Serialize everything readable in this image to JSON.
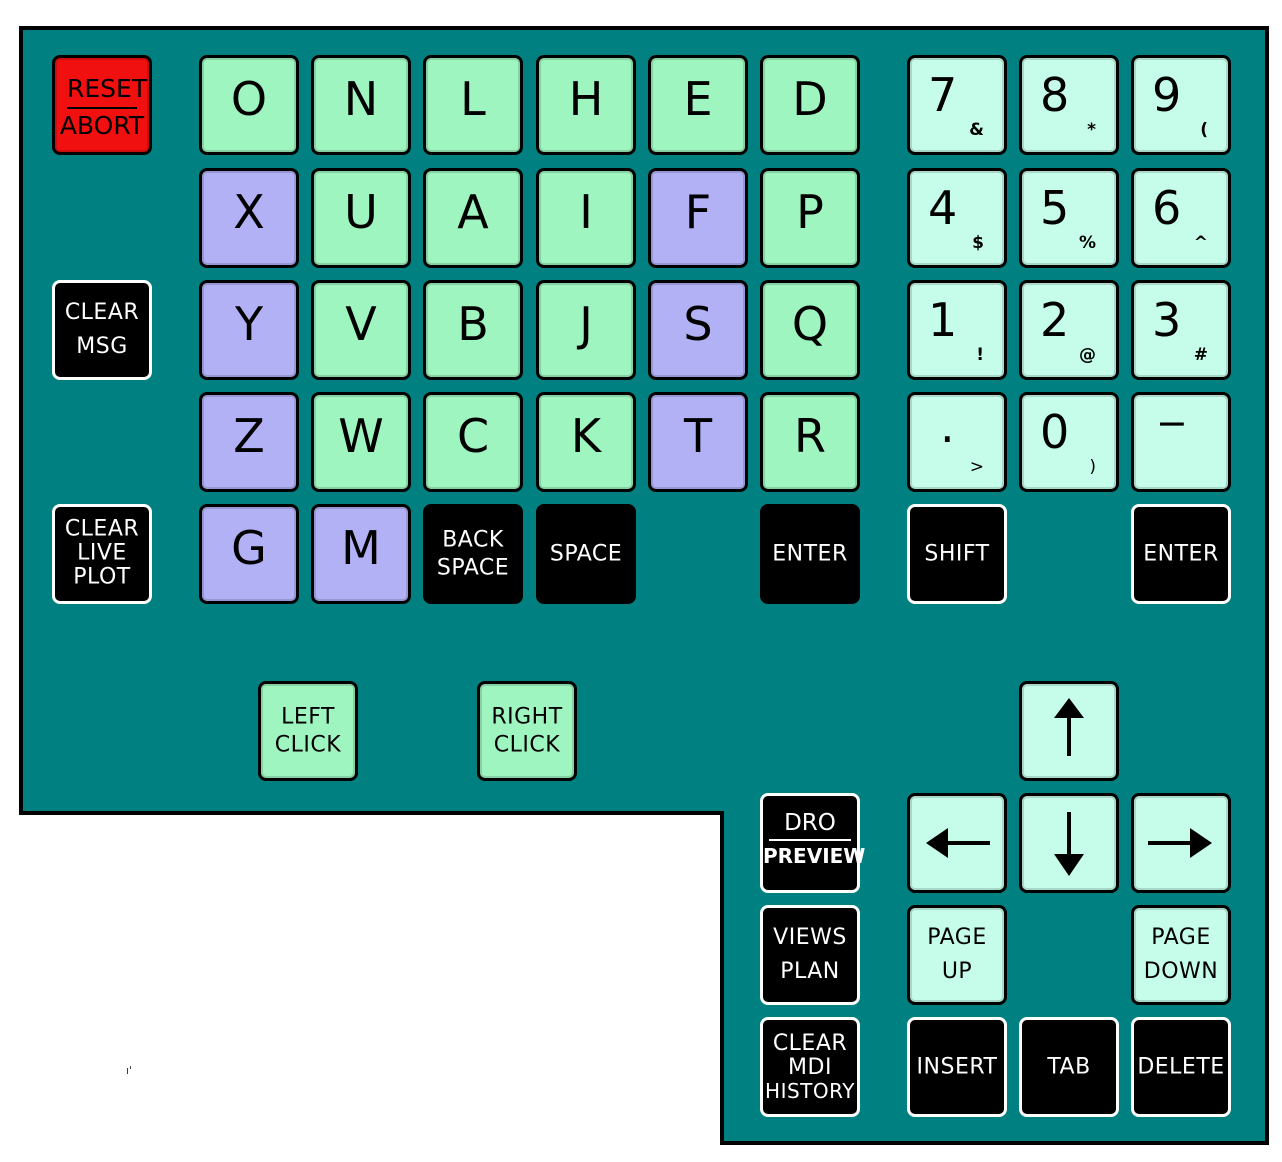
{
  "left_column": {
    "reset_top": "RESET",
    "reset_bottom": "ABORT",
    "clear_msg": [
      "CLEAR",
      "MSG"
    ],
    "clear_live_plot": [
      "CLEAR",
      "LIVE",
      "PLOT"
    ]
  },
  "letters": {
    "row1": [
      "O",
      "N",
      "L",
      "H",
      "E",
      "D"
    ],
    "row2": [
      "X",
      "U",
      "A",
      "I",
      "F",
      "P"
    ],
    "row3": [
      "Y",
      "V",
      "B",
      "J",
      "S",
      "Q"
    ],
    "row4": [
      "Z",
      "W",
      "C",
      "K",
      "T",
      "R"
    ],
    "row5": [
      "G",
      "M"
    ]
  },
  "special": {
    "backspace": [
      "BACK",
      "SPACE"
    ],
    "space": "SPACE",
    "enter": "ENTER"
  },
  "numpad": {
    "keys": [
      {
        "main": "7",
        "sym": "&"
      },
      {
        "main": "8",
        "sym": "*"
      },
      {
        "main": "9",
        "sym": "("
      },
      {
        "main": "4",
        "sym": "$"
      },
      {
        "main": "5",
        "sym": "%"
      },
      {
        "main": "6",
        "sym": "^"
      },
      {
        "main": "1",
        "sym": "!"
      },
      {
        "main": "2",
        "sym": "@"
      },
      {
        "main": "3",
        "sym": "#"
      },
      {
        "main": ".",
        "sym": ">"
      },
      {
        "main": "0",
        "sym": ")"
      },
      {
        "main": "−",
        "sym": ""
      }
    ],
    "shift": "SHIFT",
    "enter": "ENTER"
  },
  "mouse": {
    "left_click": [
      "LEFT",
      "CLICK"
    ],
    "right_click": [
      "RIGHT",
      "CLICK"
    ]
  },
  "bottom": {
    "dro_top": "DRO",
    "dro_bottom": "PREVIEW",
    "views_plan": [
      "VIEWS",
      "PLAN"
    ],
    "clear_mdi_history": [
      "CLEAR",
      "MDI",
      "HISTORY"
    ],
    "page_up": [
      "PAGE",
      "UP"
    ],
    "page_down": [
      "PAGE",
      "DOWN"
    ],
    "insert": "INSERT",
    "tab": "TAB",
    "delete": "DELETE"
  },
  "arrows": [
    "arrow-up-icon",
    "arrow-left-icon",
    "arrow-down-icon",
    "arrow-right-icon"
  ],
  "stray_mark": "ı'",
  "colors": {
    "panel": "#008080",
    "letter_green": "#9ff5c0",
    "letter_blue": "#b3b1f5",
    "numpad_cyan": "#c6fcea",
    "reset_red": "#f01010",
    "function_black": "#000000"
  }
}
